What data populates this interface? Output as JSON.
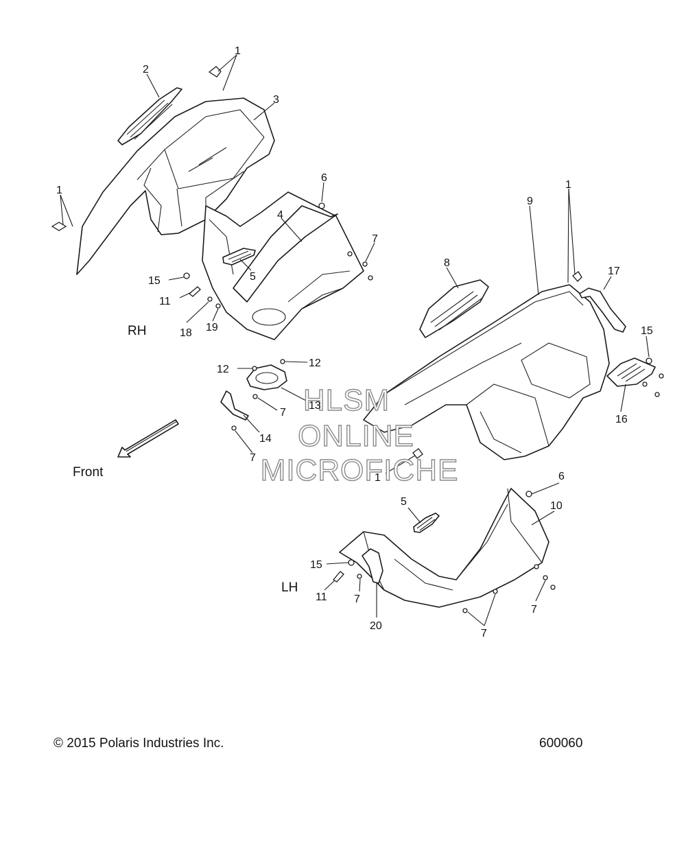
{
  "callouts": [
    {
      "id": "c1a",
      "text": "1"
    },
    {
      "id": "c2",
      "text": "2"
    },
    {
      "id": "c3",
      "text": "3"
    },
    {
      "id": "c1b",
      "text": "1"
    },
    {
      "id": "c6a",
      "text": "6"
    },
    {
      "id": "c4",
      "text": "4"
    },
    {
      "id": "c7a",
      "text": "7"
    },
    {
      "id": "c5a",
      "text": "5"
    },
    {
      "id": "c15a",
      "text": "15"
    },
    {
      "id": "c11a",
      "text": "11"
    },
    {
      "id": "c18",
      "text": "18"
    },
    {
      "id": "c19",
      "text": "19"
    },
    {
      "id": "c8",
      "text": "8"
    },
    {
      "id": "c9",
      "text": "9"
    },
    {
      "id": "c1c",
      "text": "1"
    },
    {
      "id": "c17",
      "text": "17"
    },
    {
      "id": "c15b",
      "text": "15"
    },
    {
      "id": "c16",
      "text": "16"
    },
    {
      "id": "c12a",
      "text": "12"
    },
    {
      "id": "c12b",
      "text": "12"
    },
    {
      "id": "c13",
      "text": "13"
    },
    {
      "id": "c7b",
      "text": "7"
    },
    {
      "id": "c14",
      "text": "14"
    },
    {
      "id": "c7c",
      "text": "7"
    },
    {
      "id": "c1d",
      "text": "1"
    },
    {
      "id": "c6b",
      "text": "6"
    },
    {
      "id": "c10",
      "text": "10"
    },
    {
      "id": "c5b",
      "text": "5"
    },
    {
      "id": "c15c",
      "text": "15"
    },
    {
      "id": "c11b",
      "text": "11"
    },
    {
      "id": "c7d",
      "text": "7"
    },
    {
      "id": "c20",
      "text": "20"
    },
    {
      "id": "c7e",
      "text": "7"
    },
    {
      "id": "c7f",
      "text": "7"
    }
  ],
  "side_labels": {
    "rh": "RH",
    "lh": "LH"
  },
  "direction": {
    "front": "Front"
  },
  "watermark": {
    "line1": "HLSM",
    "line2": "ONLINE",
    "line3": "MICROFICHE"
  },
  "footer": {
    "copyright": "© 2015 Polaris Industries Inc.",
    "diagram_number": "600060"
  }
}
